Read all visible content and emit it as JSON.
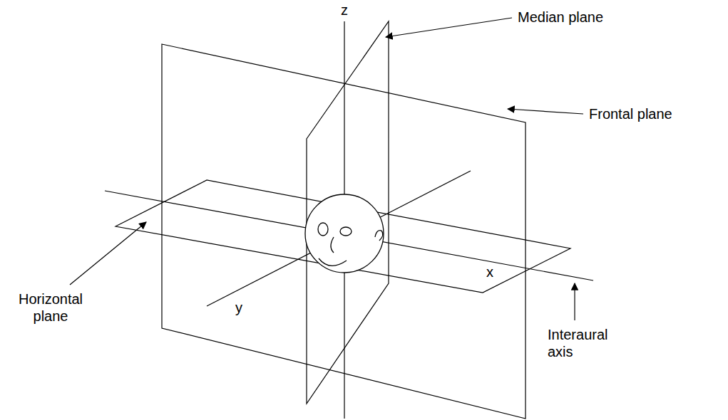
{
  "diagram": {
    "labels": [
      "z",
      "Median plane",
      "Frontal plane",
      "Horizontal plane",
      "x",
      "y",
      "Interaural axis"
    ]
  }
}
